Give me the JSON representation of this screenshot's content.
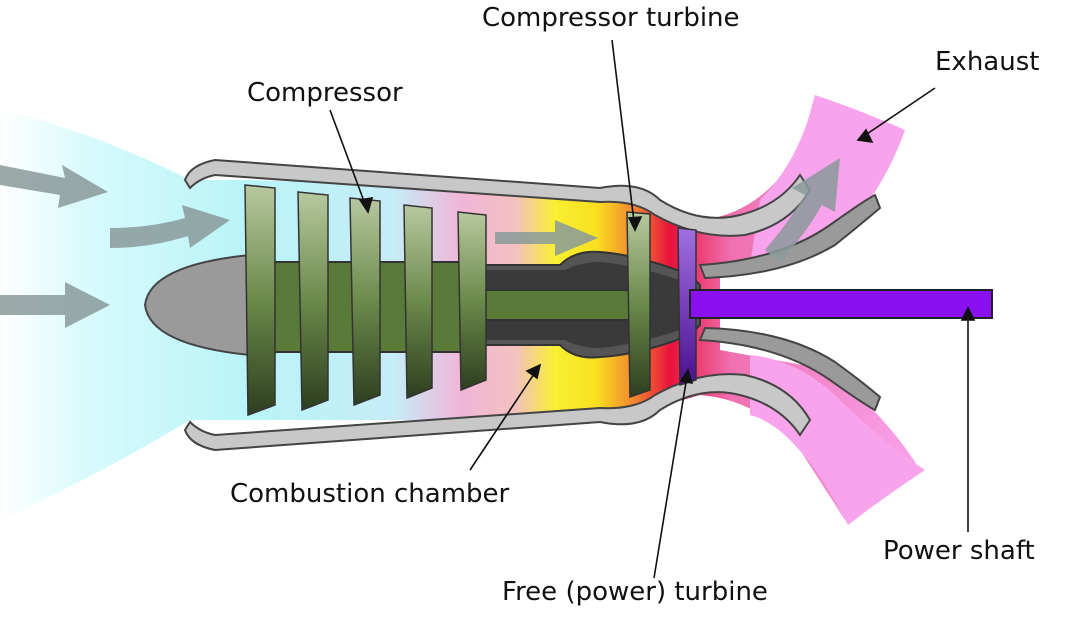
{
  "labels": {
    "compressor": "Compressor",
    "compressor_turbine": "Compressor turbine",
    "exhaust": "Exhaust",
    "combustion_chamber": "Combustion chamber",
    "power_shaft": "Power shaft",
    "free_turbine": "Free (power) turbine"
  },
  "colors": {
    "intake_air": "#b8f4f8",
    "compressor_zone": "#f0b6d8",
    "combustion_zone": "#f8f030",
    "hot_zone": "#e8123c",
    "exhaust_plume": "#f8a4ec",
    "casing": "#c8c8c8",
    "spinner": "#9a9a9a",
    "compressor_blades": "#5a7a3a",
    "core_shaft": "#555555",
    "free_turbine": "#8a2be2",
    "power_shaft": "#8a10f0",
    "flow_arrow": "#8a9a9a"
  }
}
